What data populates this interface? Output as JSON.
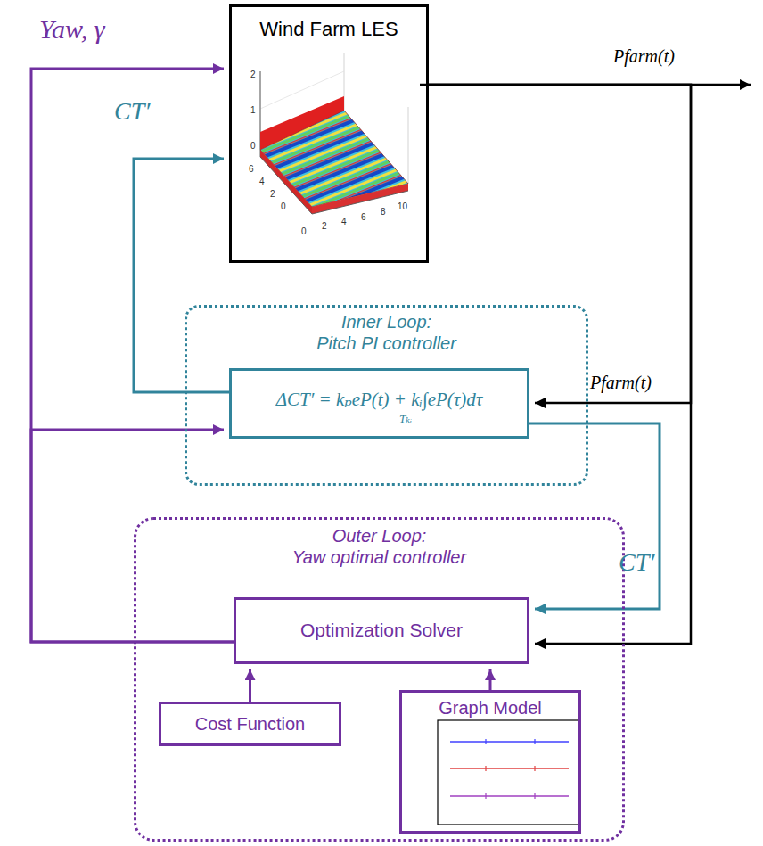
{
  "diagram": {
    "nodes": [
      {
        "text": [
          "Wind Farm LES"
        ]
      },
      {
        "text": [
          "Inner Loop:",
          "Pitch PI controller"
        ]
      },
      {
        "text": [
          "ΔCT′ = kₚeP(t) + kᵢ∫eP(τ)dτ",
          "Tₖᵢ"
        ],
        "in": 1
      },
      {
        "text": [
          "Outer Loop:",
          "Yaw optimal controller"
        ]
      },
      {
        "text": [
          "Optimization Solver"
        ],
        "in": 3
      },
      {
        "text": [
          "Cost Function"
        ],
        "in": 3
      },
      {
        "text": [
          "Graph Model"
        ],
        "in": 3
      }
    ],
    "edges": [
      {
        "from": 4,
        "to": 0,
        "arrow": "to",
        "label": "Yaw, γ"
      },
      {
        "from": 4,
        "to": 2,
        "arrow": "to"
      },
      {
        "from": 2,
        "to": 0,
        "arrow": "to",
        "label": "CT′"
      },
      {
        "from": 2,
        "to": 4,
        "arrow": "to",
        "label": "CT′"
      },
      {
        "from": 0,
        "to": 2,
        "arrow": "to",
        "label": "Pfarm(t)"
      },
      {
        "from": 0,
        "to": 4,
        "arrow": "to"
      },
      {
        "from": 5,
        "to": 4,
        "arrow": "to"
      },
      {
        "from": 6,
        "to": 4,
        "arrow": "to"
      }
    ],
    "labels": [
      "Pfarm(t)",
      "2",
      "1",
      "0",
      "6",
      "4",
      "2",
      "0",
      "0",
      "2",
      "4",
      "6",
      "8",
      "10"
    ]
  }
}
